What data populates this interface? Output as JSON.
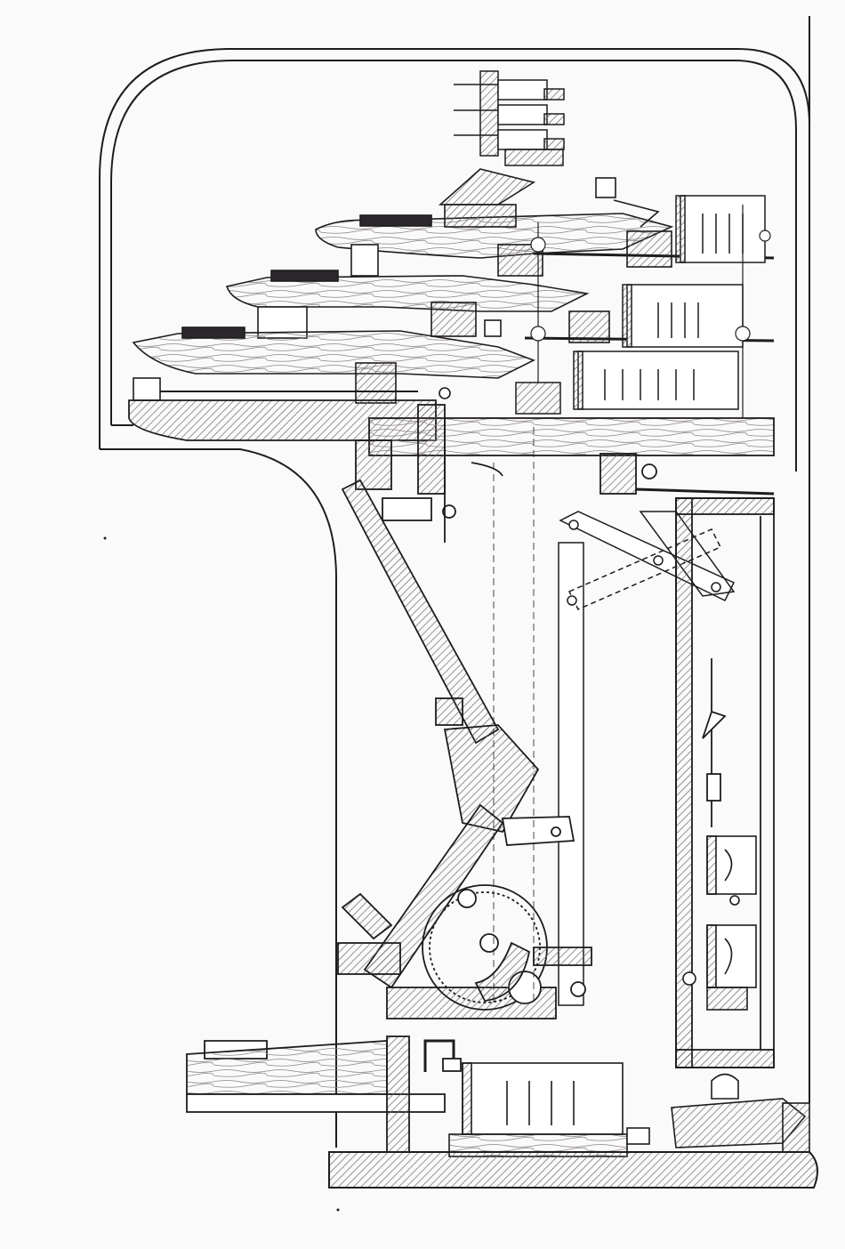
{
  "diagram": {
    "subject": "",
    "labels": []
  },
  "colors": {
    "paper": "#fbfafb",
    "ink": "#1e1c1e",
    "hatch": "#6a666a",
    "wood": "#d9d3cc",
    "dark_fill": "#2a282a"
  },
  "icons": {
    "case": "console-case-outline",
    "manuals": "keyboard-manual-stack",
    "pedals": "pedalboard",
    "swell_pedal": "expression-pedal-linkage",
    "relay_bank": "contact-relay-bank"
  }
}
